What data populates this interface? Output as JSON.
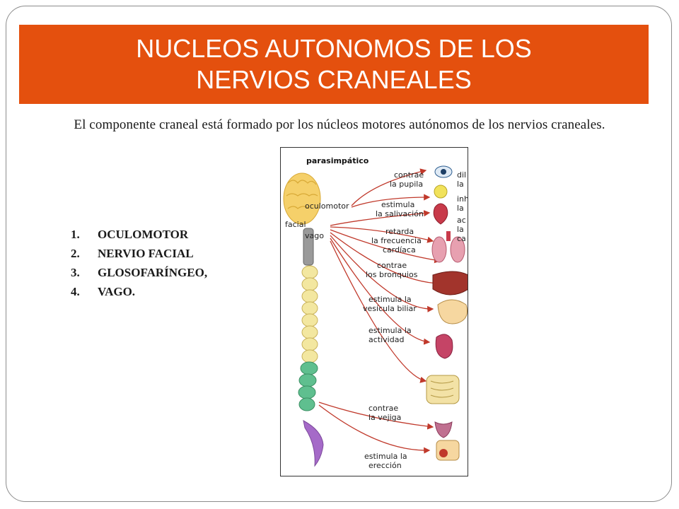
{
  "slide": {
    "title_line1": "NUCLEOS AUTONOMOS DE LOS",
    "title_line2": "NERVIOS CRANEALES",
    "subtitle": "El componente craneal está formado por los núcleos motores autónomos de los nervios craneales.",
    "nerves": [
      {
        "num": "1.",
        "label": "OCULOMOTOR"
      },
      {
        "num": "2.",
        "label": "NERVIO FACIAL"
      },
      {
        "num": "3.",
        "label": "GLOSOFARÍNGEO,"
      },
      {
        "num": "4.",
        "label": "VAGO."
      }
    ]
  },
  "diagram": {
    "heading": "parasimpático",
    "nerve_labels": [
      "oculomotor",
      "facial",
      "vago"
    ],
    "effects": [
      {
        "l1": "contrae",
        "l2": "la pupila"
      },
      {
        "l1": "estimula",
        "l2": "la salivación"
      },
      {
        "l1": "retarda",
        "l2": "la frecuencia",
        "l3": "cardíaca"
      },
      {
        "l1": "contrae",
        "l2": "los bronquios"
      },
      {
        "l1": "estimula la",
        "l2": "vesícula biliar"
      },
      {
        "l1": "estimula la",
        "l2": "actividad"
      },
      {
        "l1": "contrae",
        "l2": "la vejiga"
      },
      {
        "l1": "estimula la",
        "l2": "erección"
      }
    ],
    "cut_text": [
      "dil",
      "la",
      "inh",
      "la",
      "ac",
      "la",
      "ca"
    ],
    "colors": {
      "brain": "#f5d06a",
      "cervical": "#9a9a9a",
      "thoracic": "#f3e7a0",
      "sacral": "#5fbf8f",
      "coccyx": "#a56ac8",
      "arrow": "#c0392b"
    }
  }
}
